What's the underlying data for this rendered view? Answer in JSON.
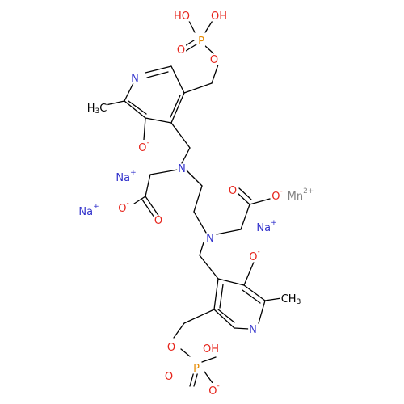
{
  "colors": {
    "bond": "#000000",
    "nitrogen": "#3333cc",
    "oxygen": "#e6231a",
    "phosphorus": "#e68a00",
    "carbon": "#000000",
    "sodium": "#3333cc",
    "manganese": "#808080"
  },
  "atoms": [
    {
      "text": "HO",
      "el": "oxygen"
    },
    {
      "text": "OH",
      "el": "oxygen"
    },
    {
      "text": "P",
      "el": "phosphorus"
    },
    {
      "text": "O",
      "el": "oxygen"
    },
    {
      "text": "O",
      "el": "oxygen"
    },
    {
      "text": "N",
      "el": "nitrogen"
    },
    {
      "text": "H",
      "sub": "3",
      "rest": "C",
      "el": "carbon"
    },
    {
      "text": "O",
      "sup": "-",
      "el": "oxygen"
    },
    {
      "text": "N",
      "el": "nitrogen"
    },
    {
      "text": "O",
      "el": "oxygen"
    },
    {
      "text": "O",
      "sup": "-",
      "el": "oxygen"
    },
    {
      "text": "N",
      "el": "nitrogen"
    },
    {
      "text": "O",
      "el": "oxygen"
    },
    {
      "text": "O",
      "sup": "-",
      "el": "oxygen"
    },
    {
      "text": "O",
      "sup": "-",
      "el": "oxygen"
    },
    {
      "text": "CH",
      "sub": "3",
      "el": "carbon"
    },
    {
      "text": "N",
      "el": "nitrogen"
    },
    {
      "text": "O",
      "el": "oxygen"
    },
    {
      "text": "OH",
      "el": "oxygen"
    },
    {
      "text": "P",
      "el": "phosphorus"
    },
    {
      "text": "O",
      "el": "oxygen"
    },
    {
      "text": "O",
      "sup": "-",
      "el": "oxygen"
    },
    {
      "text": "Na",
      "sup": "+",
      "el": "sodium"
    },
    {
      "text": "Na",
      "sup": "+",
      "el": "sodium"
    },
    {
      "text": "Na",
      "sup": "+",
      "el": "sodium"
    },
    {
      "text": "Mn",
      "sup": "2+",
      "el": "manganese"
    }
  ]
}
